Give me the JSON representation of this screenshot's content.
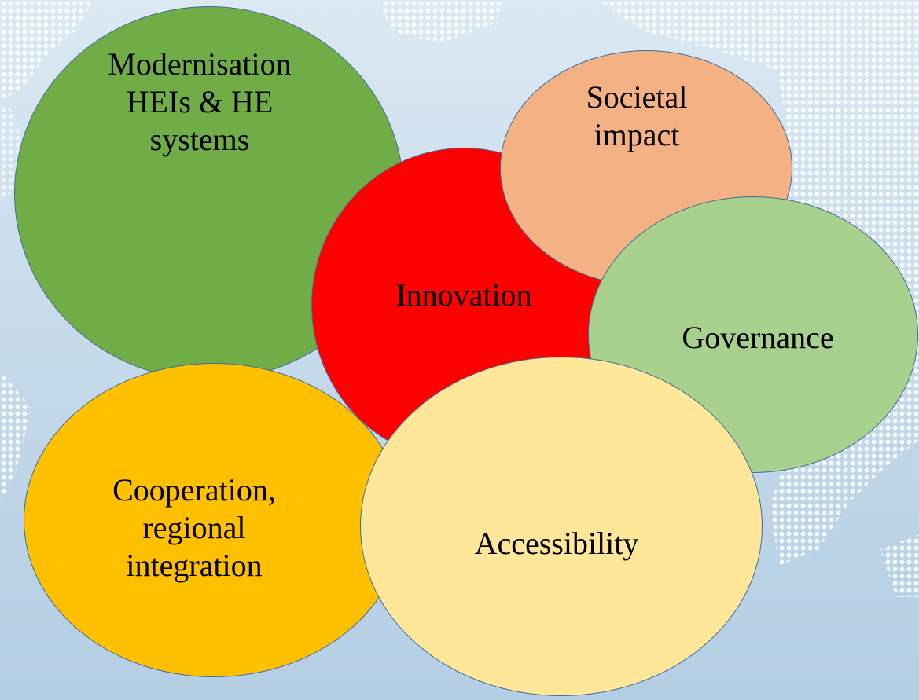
{
  "diagram": {
    "background_color": "#c9dcec",
    "bubbles": [
      {
        "id": "modernisation",
        "label": "Modernisation\nHEIs & HE\nsystems",
        "color": "#70ad47"
      },
      {
        "id": "innovation",
        "label": "Innovation",
        "color": "#ff0000"
      },
      {
        "id": "societal",
        "label": "Societal\nimpact",
        "color": "#f4b183"
      },
      {
        "id": "governance",
        "label": "Governance",
        "color": "#a9d18e"
      },
      {
        "id": "cooperation",
        "label": "Cooperation,\nregional\nintegration",
        "color": "#ffc000"
      },
      {
        "id": "accessibility",
        "label": "Accessibility",
        "color": "#ffe699"
      }
    ]
  }
}
